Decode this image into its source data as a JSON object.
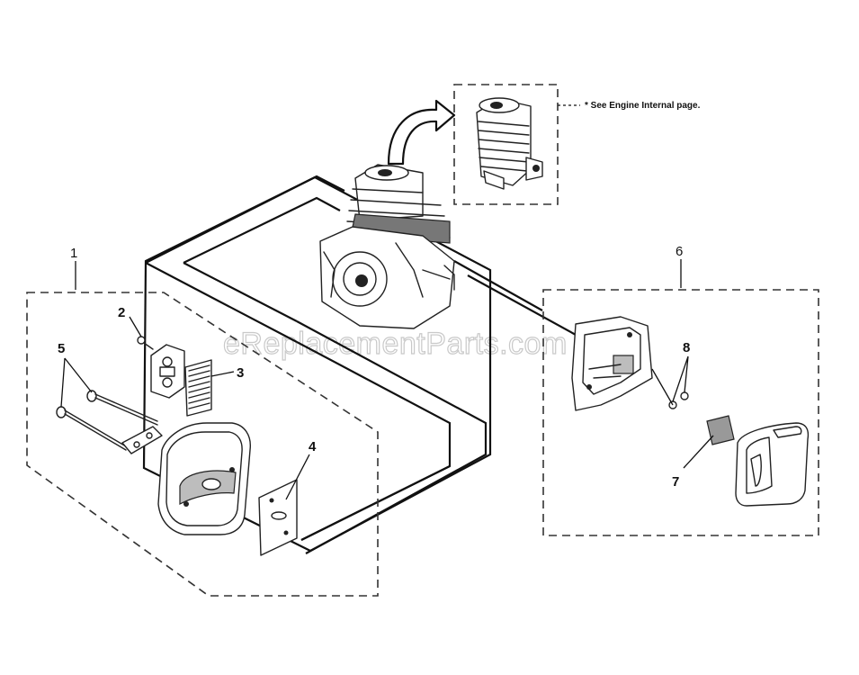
{
  "note": "* See Engine Internal page.",
  "watermark": "eReplacementParts.com",
  "callouts": {
    "c1": "1",
    "c2": "2",
    "c3": "3",
    "c4": "4",
    "c5": "5",
    "c6": "6",
    "c7": "7",
    "c8": "8"
  },
  "icons": {
    "cylinder": "engine-cylinder-icon",
    "engine": "engine-block-icon",
    "muffler": "muffler-icon",
    "tank": "fuel-tank-icon"
  }
}
